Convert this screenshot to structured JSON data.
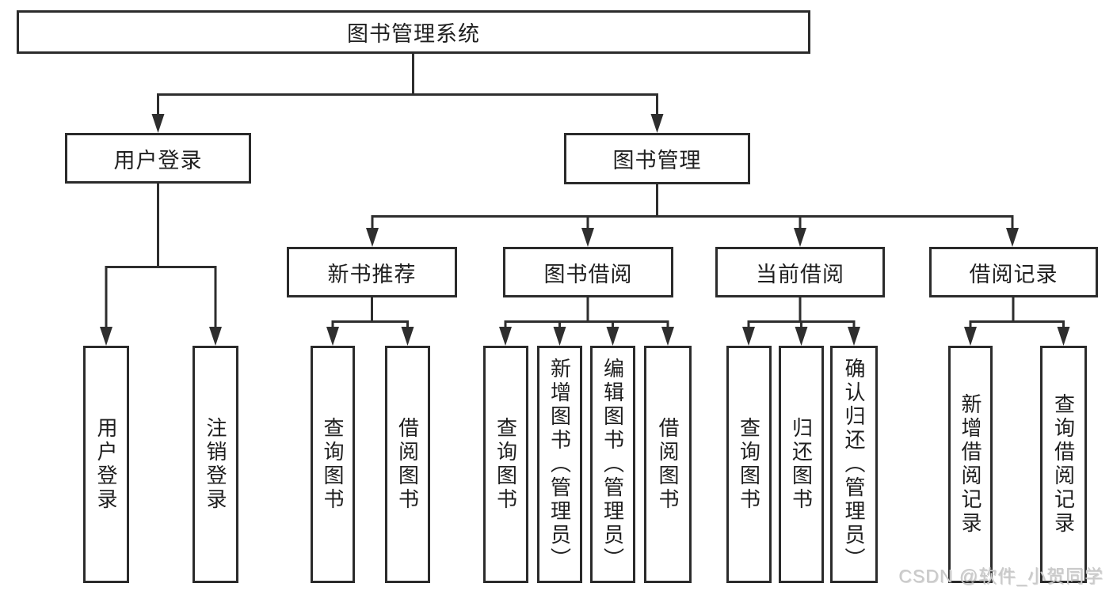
{
  "diagram": {
    "root": {
      "label": "图书管理系统"
    },
    "level2": [
      {
        "label": "用户登录"
      },
      {
        "label": "图书管理"
      }
    ],
    "level3": [
      {
        "label": "新书推荐"
      },
      {
        "label": "图书借阅"
      },
      {
        "label": "当前借阅"
      },
      {
        "label": "借阅记录"
      }
    ],
    "leaves": {
      "user_login": [
        {
          "label": "用户登录"
        },
        {
          "label": "注销登录"
        }
      ],
      "new_book_recommend": [
        {
          "label": "查询图书"
        },
        {
          "label": "借阅图书"
        }
      ],
      "book_borrow": [
        {
          "label": "查询图书"
        },
        {
          "label": "新增图书（管理员）"
        },
        {
          "label": "编辑图书（管理员）"
        },
        {
          "label": "借阅图书"
        }
      ],
      "current_borrow": [
        {
          "label": "查询图书"
        },
        {
          "label": "归还图书"
        },
        {
          "label": "确认归还（管理员）"
        }
      ],
      "borrow_records": [
        {
          "label": "新增借阅记录"
        },
        {
          "label": "查询借阅记录"
        }
      ]
    },
    "colors": {
      "line": "#2e2e2e",
      "border": "#2b2b2b",
      "text": "#1f1f1f",
      "background": "#ffffff",
      "watermark": "#c9c9c9"
    }
  },
  "watermark": {
    "text": "CSDN @软件_小贺同学"
  }
}
